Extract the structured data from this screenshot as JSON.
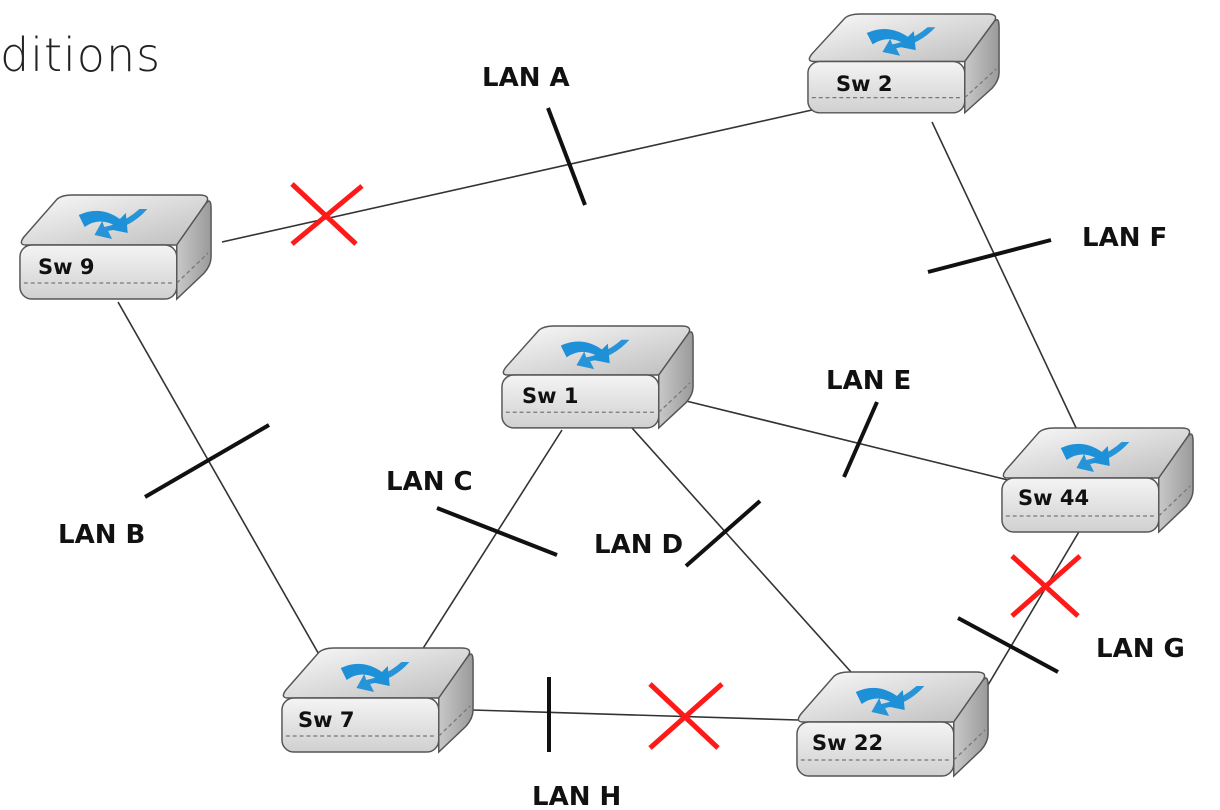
{
  "title": "ditions",
  "switches": [
    {
      "id": "sw2",
      "label": "Sw 2"
    },
    {
      "id": "sw9",
      "label": "Sw 9"
    },
    {
      "id": "sw1",
      "label": "Sw 1"
    },
    {
      "id": "sw44",
      "label": "Sw 44"
    },
    {
      "id": "sw7",
      "label": "Sw 7"
    },
    {
      "id": "sw22",
      "label": "Sw 22"
    }
  ],
  "lans": [
    {
      "id": "A",
      "label": "LAN A",
      "connects": [
        "sw9",
        "sw2"
      ],
      "blocked_port": "sw9"
    },
    {
      "id": "B",
      "label": "LAN B",
      "connects": [
        "sw9",
        "sw7"
      ],
      "blocked_port": null
    },
    {
      "id": "C",
      "label": "LAN C",
      "connects": [
        "sw1",
        "sw7"
      ],
      "blocked_port": null
    },
    {
      "id": "D",
      "label": "LAN D",
      "connects": [
        "sw1",
        "sw22"
      ],
      "blocked_port": null
    },
    {
      "id": "E",
      "label": "LAN E",
      "connects": [
        "sw1",
        "sw44"
      ],
      "blocked_port": null
    },
    {
      "id": "F",
      "label": "LAN F",
      "connects": [
        "sw2",
        "sw44"
      ],
      "blocked_port": null
    },
    {
      "id": "G",
      "label": "LAN G",
      "connects": [
        "sw44",
        "sw22"
      ],
      "blocked_port": "sw44"
    },
    {
      "id": "H",
      "label": "LAN H",
      "connects": [
        "sw7",
        "sw22"
      ],
      "blocked_port": "sw22"
    }
  ],
  "colors": {
    "blocked_mark": "#ff1a1a",
    "switch_arrow": "#1e90d8",
    "switch_body": "#e6e6e6"
  }
}
